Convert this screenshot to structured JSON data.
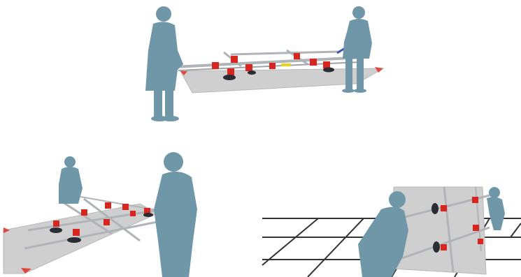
{
  "scenes": [
    {
      "name": "two-person-carry-horizontal"
    },
    {
      "name": "two-person-carry-perspective"
    },
    {
      "name": "installing-panel-on-grid"
    }
  ],
  "colors": {
    "figure": "#6f97a8",
    "panel": "#cfcfcf",
    "frame": "#b0b4b8",
    "clamp": "#d6261f",
    "suction_cup": "#2a2d33",
    "grid": "#333333",
    "level": "#e8d21a"
  }
}
